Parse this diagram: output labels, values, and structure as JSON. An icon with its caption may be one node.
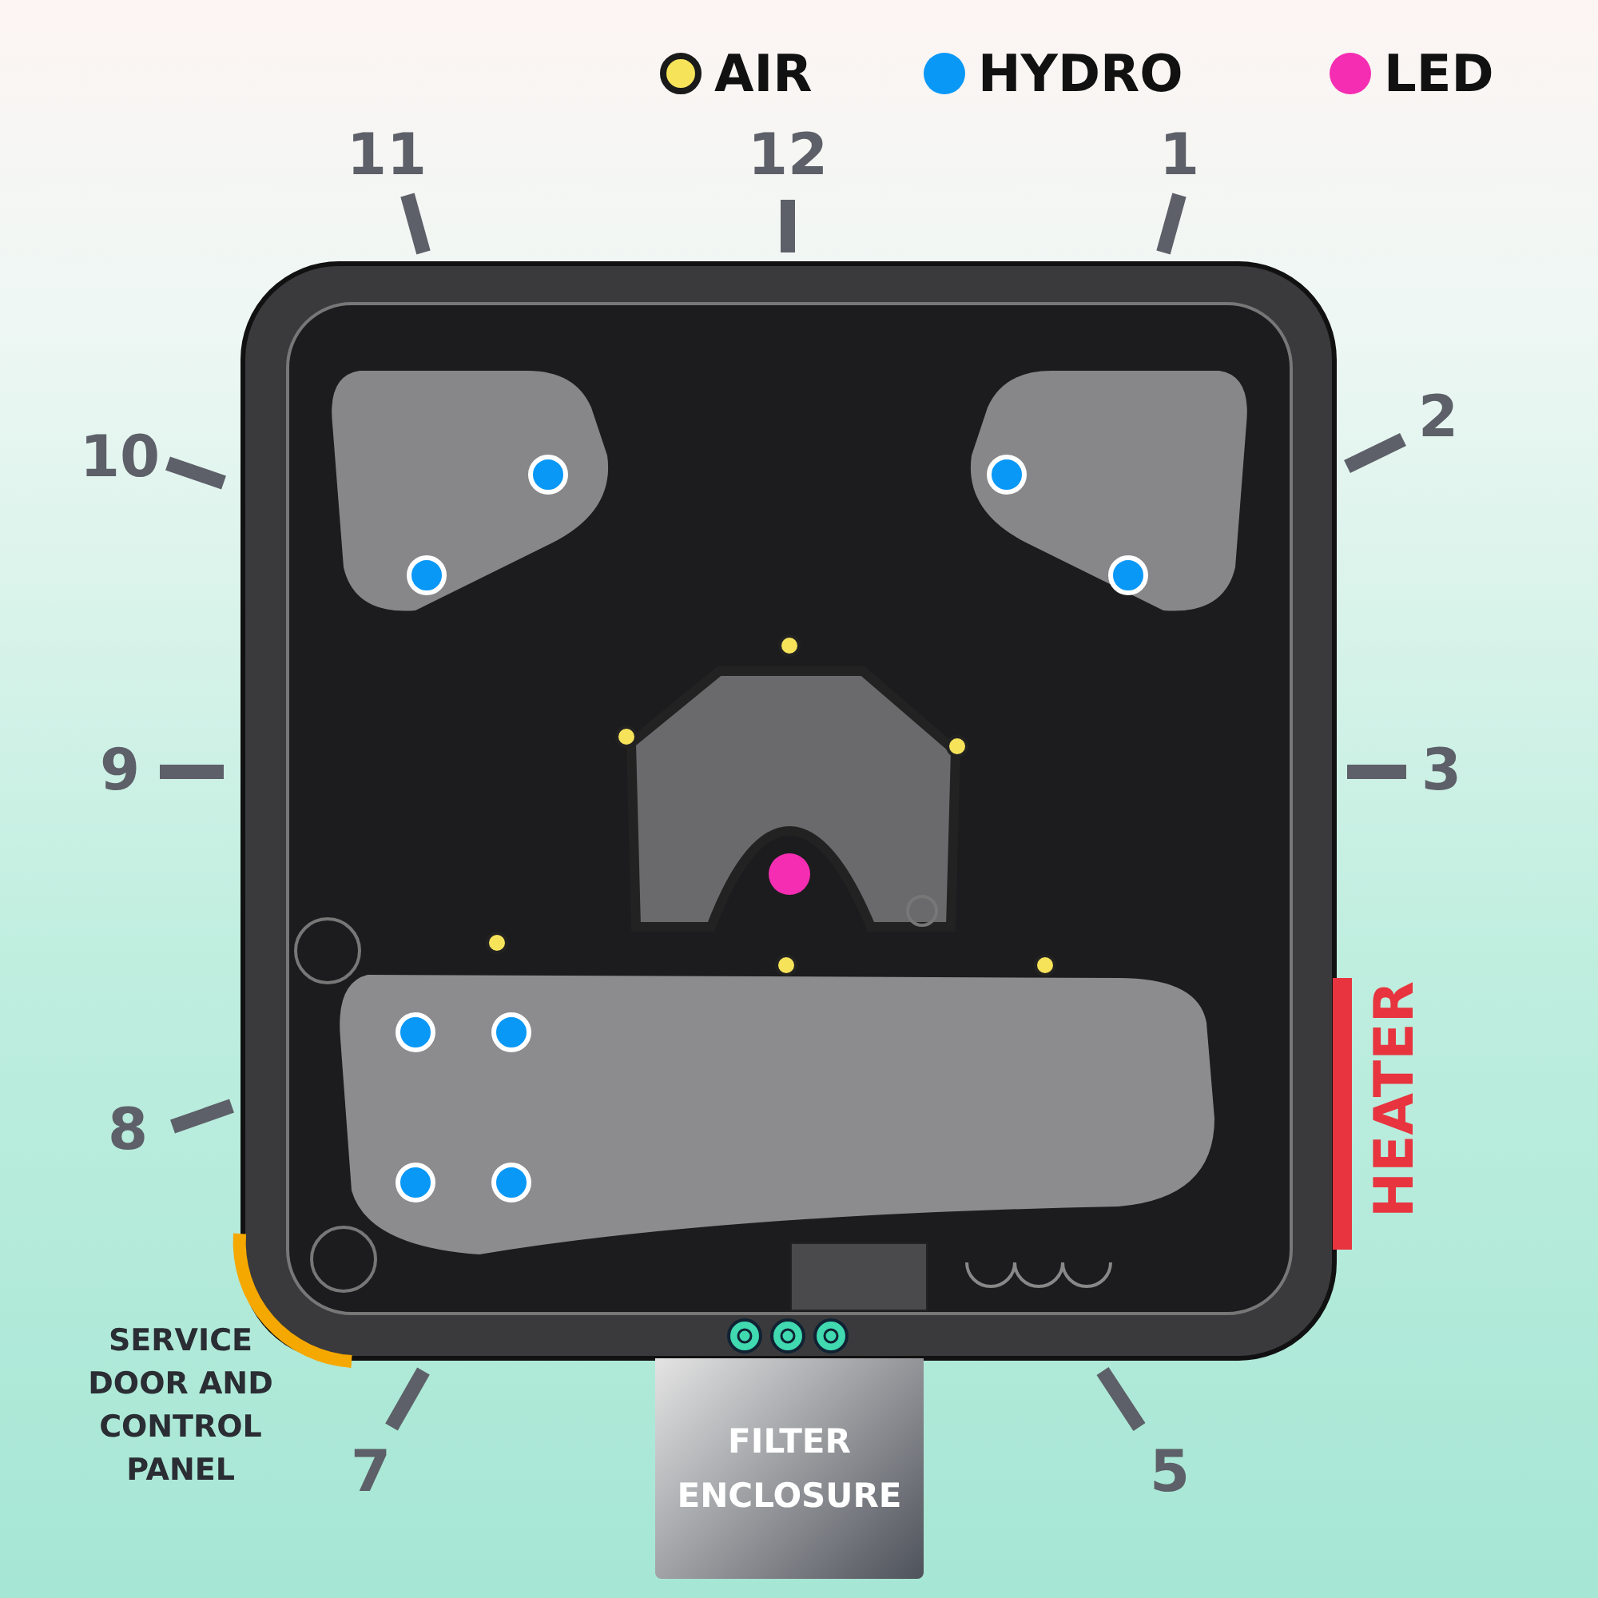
{
  "diagram": {
    "nodes": [
      {
        "text": [
          "HEATER"
        ]
      },
      {
        "text": [
          "SERVICE DOOR AND CONTROL PANEL"
        ]
      },
      {
        "text": [
          "FILTER ENCLOSURE"
        ]
      }
    ],
    "labels": [
      "11",
      "12",
      "1",
      "2",
      "10",
      "9",
      "3",
      "8",
      "7",
      "5"
    ],
    "legend": [
      {
        "text": "AIR",
        "color": "#f7e35a"
      },
      {
        "text": "HYDRO",
        "color": "#0a98f7"
      },
      {
        "text": "LED",
        "color": "#f52db2"
      }
    ]
  }
}
